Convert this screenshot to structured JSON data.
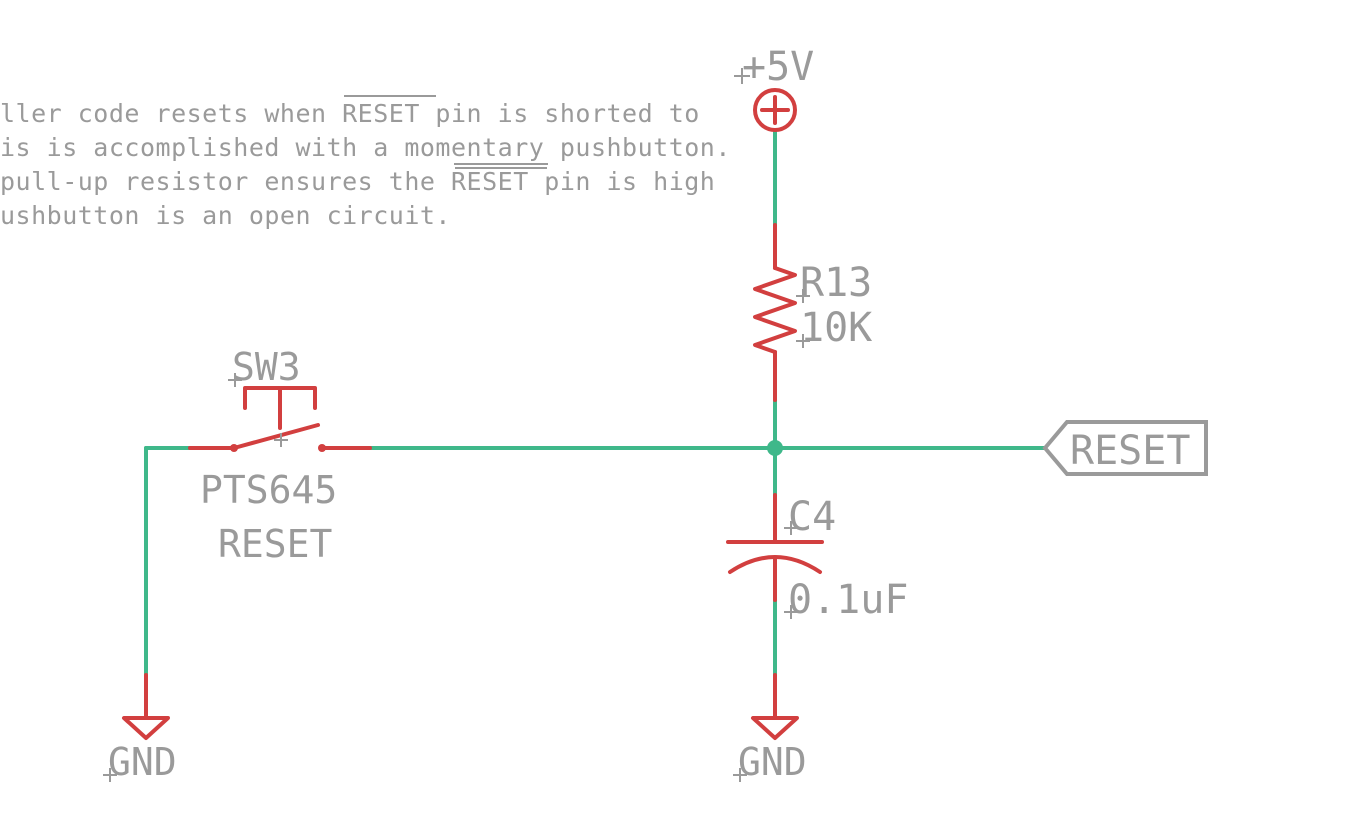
{
  "note": {
    "lines": [
      "ller code resets when RESET pin is shorted to",
      "is is accomplished with a momentary pushbutton.",
      "pull-up resistor ensures the RESET pin is high",
      "ushbutton is an open circuit."
    ]
  },
  "parts": {
    "supply": {
      "label": "+5V"
    },
    "resistor": {
      "name": "R13",
      "value": "10K"
    },
    "switch": {
      "name": "SW3",
      "part": "PTS645",
      "value": "RESET"
    },
    "capacitor": {
      "name": "C4",
      "value": "0.1uF"
    },
    "gnd_left": {
      "label": "GND"
    },
    "gnd_right": {
      "label": "GND"
    },
    "net_label": {
      "label": "RESET"
    }
  },
  "colors": {
    "wire": "#3fb88a",
    "pin": "#d23f3f",
    "text": "#9a9a9a",
    "junction": "#3fb88a"
  }
}
